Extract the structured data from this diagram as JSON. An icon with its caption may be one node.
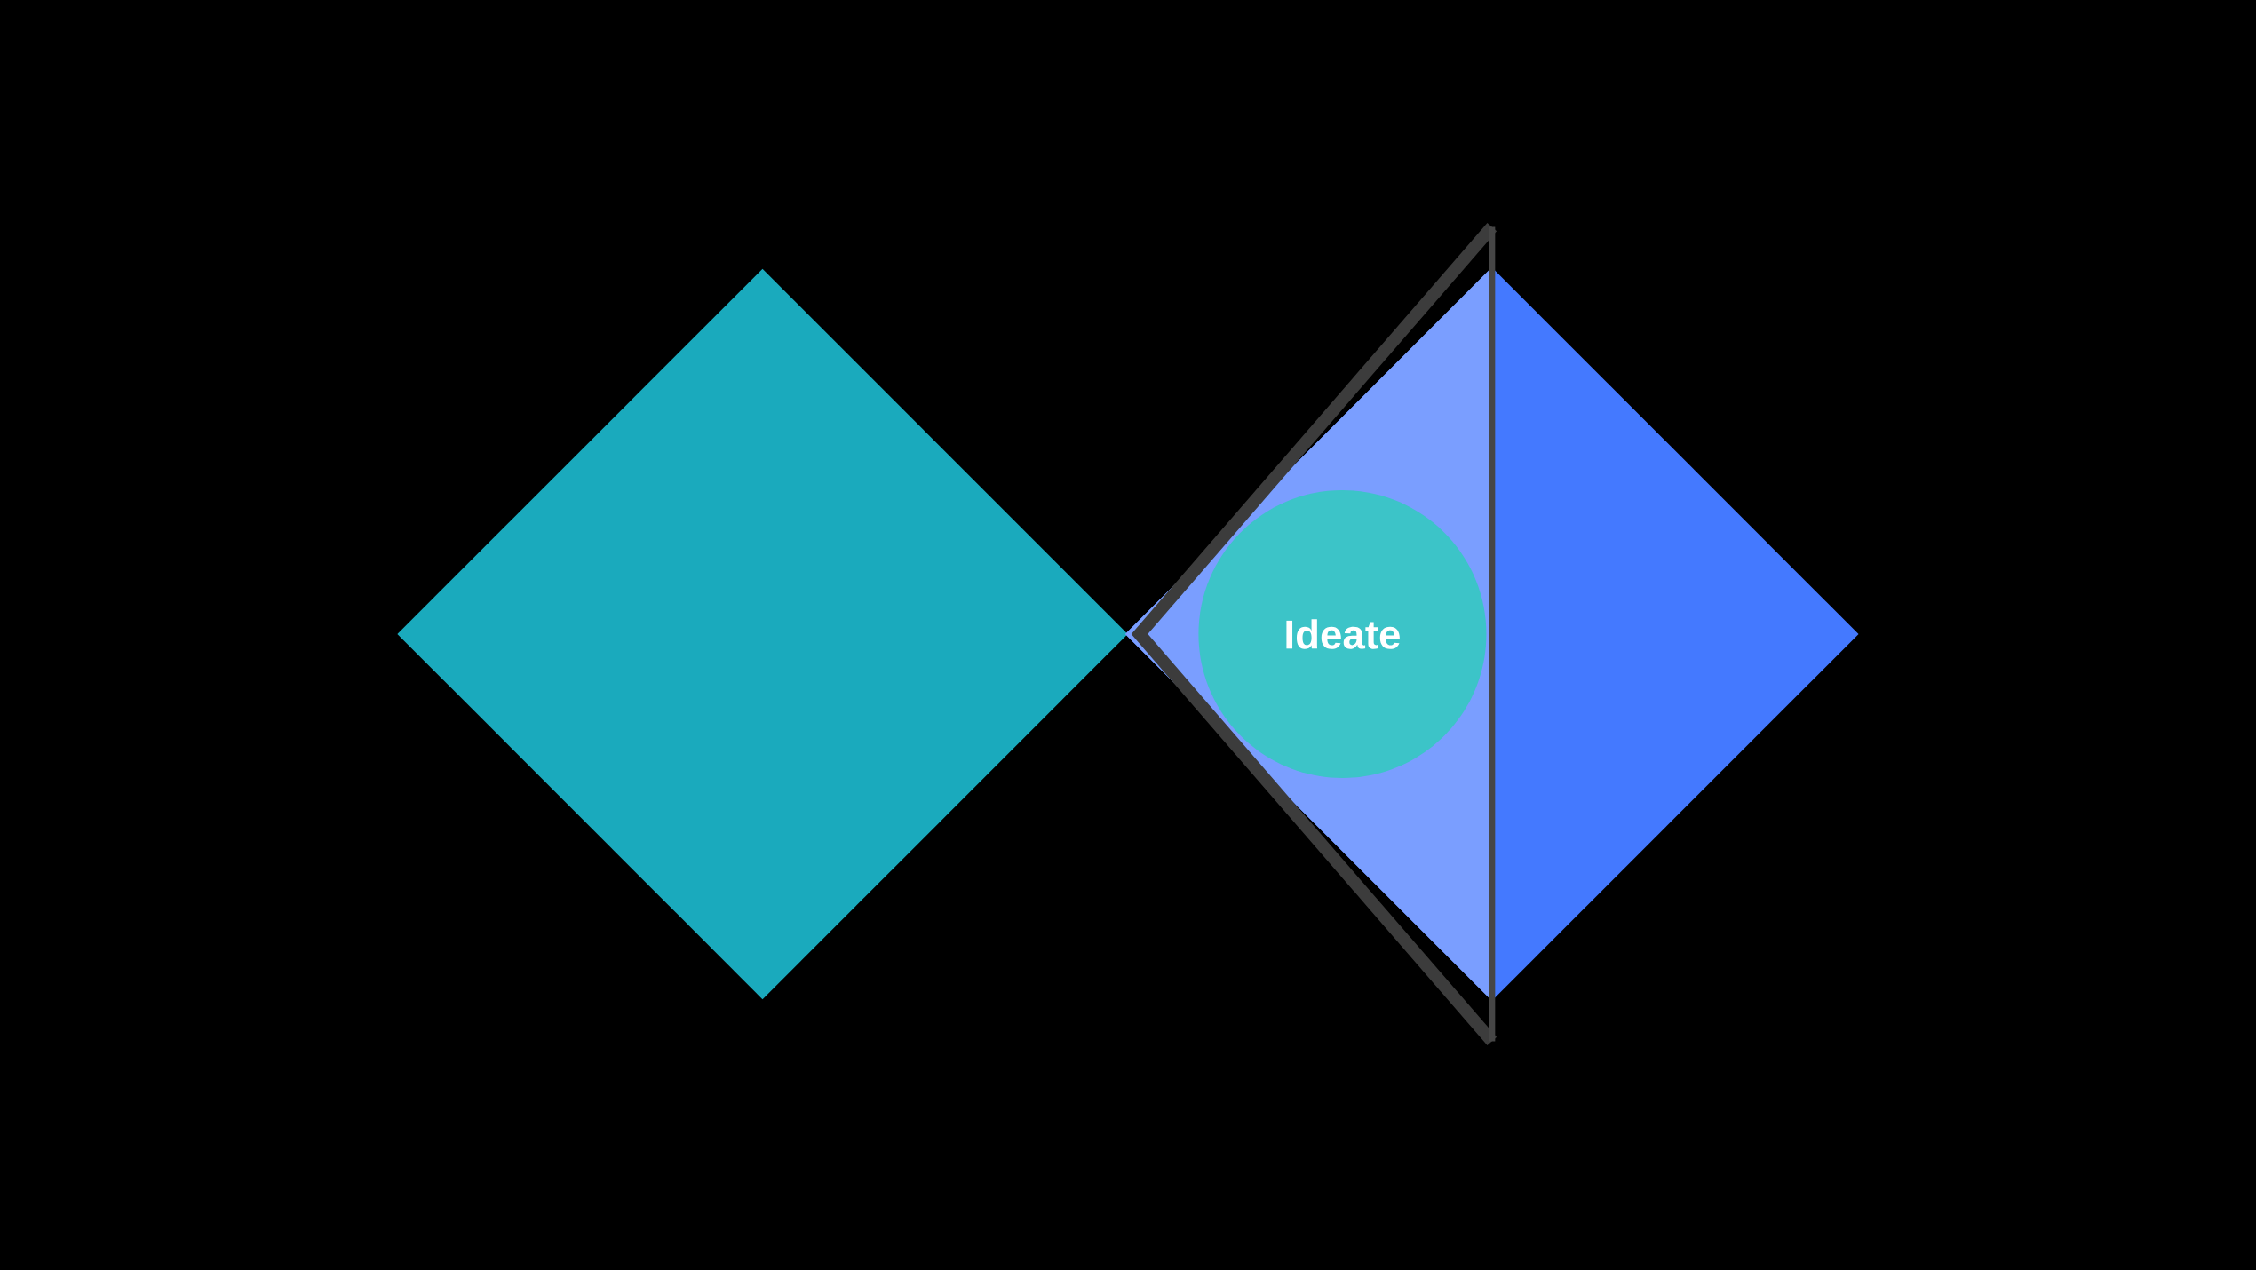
{
  "diagram": {
    "nodes": [
      {
        "text": [],
        "shape": "diamond"
      },
      {
        "text": [],
        "shape": "diamond"
      },
      {
        "text": [
          "Ideate"
        ],
        "in": 1
      }
    ]
  }
}
